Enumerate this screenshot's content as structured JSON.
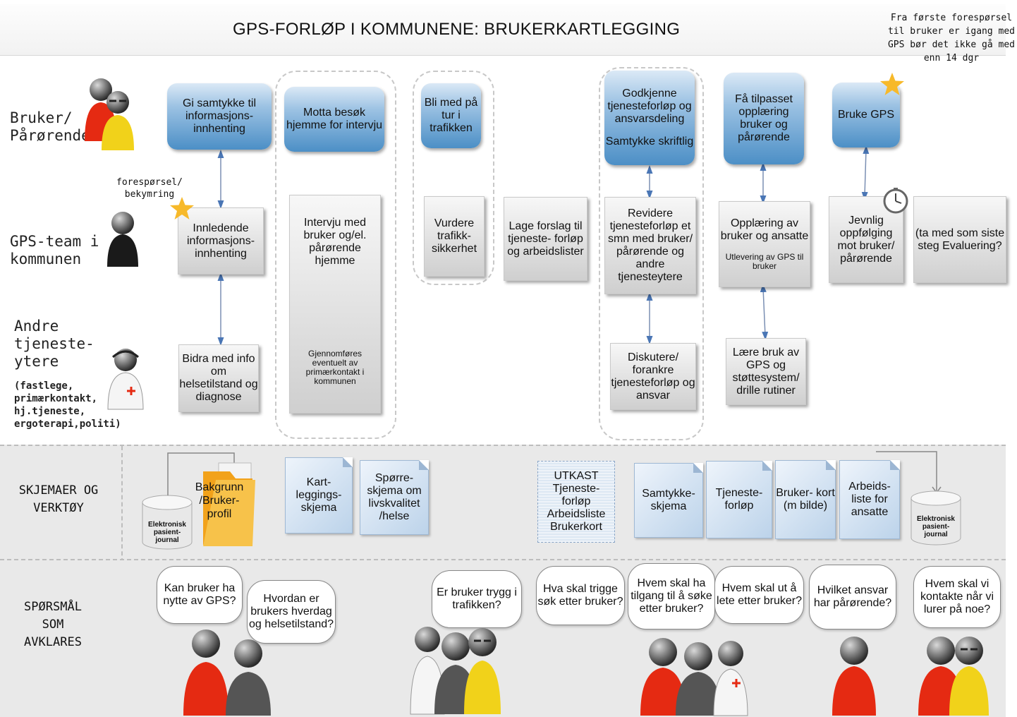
{
  "title": "GPS-FORLØP I KOMMUNENE: BRUKERKARTLEGGING",
  "top_note": "Fra første forespørsel til bruker er igang med GPS bør det ikke gå med enn 14 dgr",
  "request_note": "forespørsel/ bekymring",
  "roles": {
    "user": "Bruker/ Pårørende",
    "team": "GPS-team i kommunen",
    "others": "Andre tjeneste- ytere",
    "others_detail": "(fastlege, primærkontakt, hj.tjeneste, ergoterapi,politi)"
  },
  "user_steps": [
    "Gi samtykke til informasjons- innhenting",
    "Motta besøk hjemme for intervju",
    "Bli med på tur i trafikken",
    "Godkjenne tjenesteforløp og ansvarsdeling",
    "Samtykke skriftlig",
    "Få tilpasset opplæring bruker og pårørende",
    "Bruke GPS"
  ],
  "team_steps": [
    "Innledende informasjons- innhenting",
    "Intervju med bruker og/el. pårørende hjemme",
    "Gjennomføres eventuelt av primærkontakt i kommunen",
    "Vurdere trafikk- sikkerhet",
    "Lage forslag til tjeneste- forløp og arbeidslister",
    "Revidere tjenesteforløp et smn med bruker/ pårørende og andre tjenesteytere",
    "Opplæring av bruker og ansatte",
    "Utlevering av GPS til bruker",
    "Jevnlig oppfølging mot bruker/ pårørende",
    "(ta med som siste steg Evaluering?"
  ],
  "other_steps": [
    "Bidra med info om helsetilstand og diagnose",
    "Diskutere/ forankre tjenesteforløp og ansvar",
    "Lære bruk av GPS og støttesystem/ drille rutiner"
  ],
  "bands": {
    "tools": "SKJEMAER OG VERKTØY",
    "questions": "SPØRSMÅL SOM AVKLARES"
  },
  "tools": {
    "ehr1": "Elektronisk pasient- journal",
    "profile": "Bakgrunn /Bruker- profil",
    "doc1": "Kart- leggings- skjema",
    "doc2": "Spørre- skjema om livskvalitet /helse",
    "draft": "UTKAST Tjeneste- forløp Arbeidsliste Brukerkort",
    "doc3": "Samtykke- skjema",
    "doc4": "Tjeneste- forløp",
    "doc5": "Bruker- kort (m bilde)",
    "doc6": "Arbeids- liste for ansatte",
    "ehr2": "Elektronisk pasient- journal"
  },
  "questions": [
    "Kan bruker ha nytte av GPS?",
    "Hvordan er brukers hverdag og helsetilstand?",
    "Er bruker trygg i trafikken?",
    "Hva skal trigge søk etter bruker?",
    "Hvem skal ha tilgang til å søke etter bruker?",
    "Hvem skal ut å lete etter bruker?",
    "Hvilket ansvar har pårørende?",
    "Hvem skal vi kontakte når vi lurer på noe?"
  ],
  "colors": {
    "blue_box": "#4c8fc6",
    "red_person": "#e52a12",
    "yellow_person": "#f1d21a",
    "star": "#f7b92a"
  },
  "icons": [
    "star-icon",
    "clock-icon",
    "person-icon",
    "nurse-icon",
    "database-icon",
    "folder-icon",
    "document-icon"
  ]
}
